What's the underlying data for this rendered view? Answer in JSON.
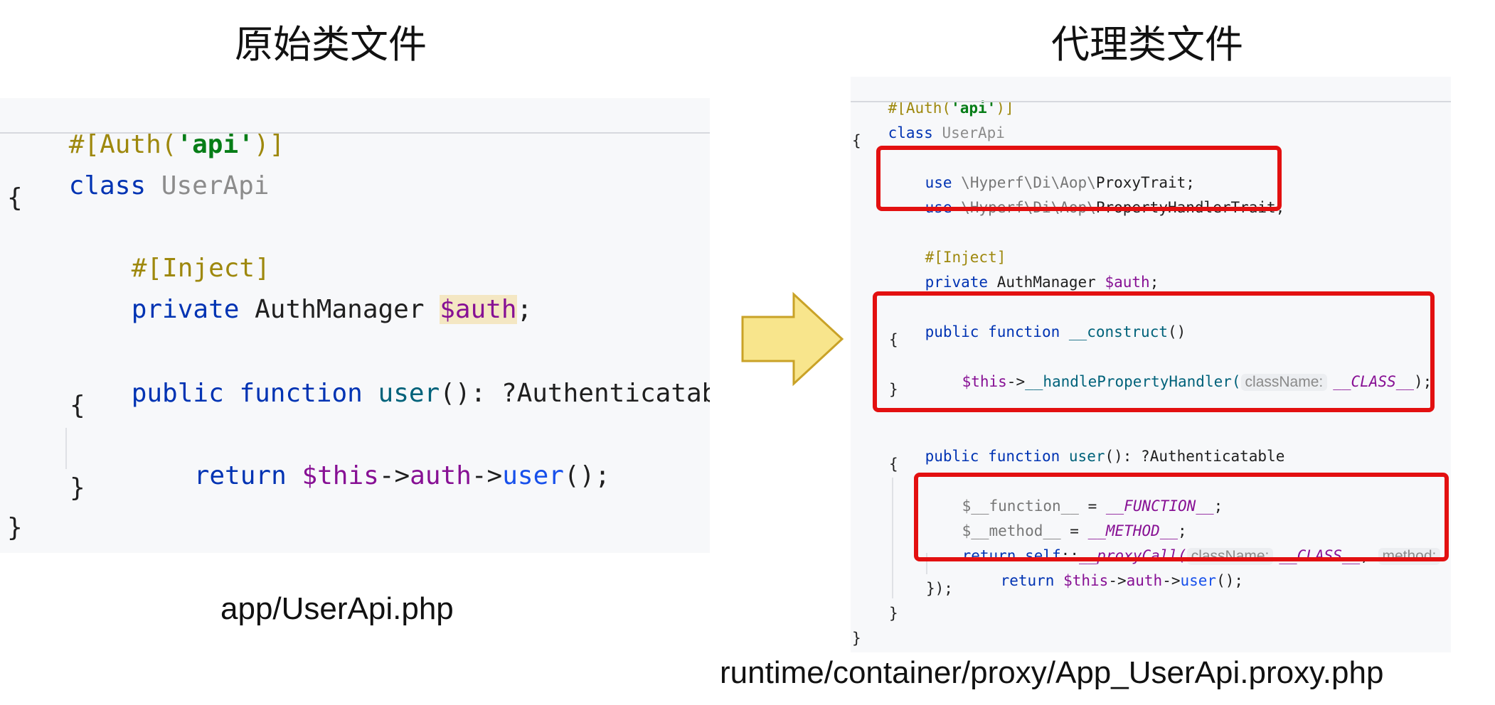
{
  "headings": {
    "original": "原始类文件",
    "proxy": "代理类文件"
  },
  "captions": {
    "original_path": "app/UserApi.php",
    "proxy_path": "runtime/container/proxy/App_UserApi.proxy.php"
  },
  "original_code": {
    "l1_hash": "#[",
    "l1_attr": "Auth(",
    "l1_str": "'api'",
    "l1_end": ")]",
    "l2_kw": "class",
    "l2_name": "UserApi",
    "l3": "{",
    "l4_attr": "#[Inject]",
    "l5_kw": "private",
    "l5_type": "AuthManager",
    "l5_var": "$auth",
    "l5_end": ";",
    "l6_kw1": "public",
    "l6_kw2": "function",
    "l6_fn": "user",
    "l6_rest": "(): ?Authenticatable",
    "l7": "{",
    "l8_kw": "return",
    "l8_this": "$this",
    "l8_arrow1": "->",
    "l8_prop": "auth",
    "l8_arrow2": "->",
    "l8_call": "user",
    "l8_end": "();",
    "l9": "}",
    "l10": "}"
  },
  "proxy_code": {
    "p1": "#[Auth('api')]",
    "p1_attr": "#[Auth(",
    "p1_str": "'api'",
    "p1_end": ")]",
    "p2_kw": "class",
    "p2_name": "UserApi",
    "p3": "{",
    "p4_kw": "use",
    "p4_ns": "\\Hyperf\\Di\\Aop\\",
    "p4_trait": "ProxyTrait;",
    "p5_kw": "use",
    "p5_ns": "\\Hyperf\\Di\\Aop\\",
    "p5_trait": "PropertyHandlerTrait;",
    "p6_attr": "#[Inject]",
    "p7_kw": "private",
    "p7_type": "AuthManager",
    "p7_var": "$auth",
    "p7_end": ";",
    "p8_kw1": "public",
    "p8_kw2": "function",
    "p8_fn": "__construct",
    "p8_end": "()",
    "p9": "{",
    "p10_this": "$this",
    "p10_arrow": "->",
    "p10_call": "__handlePropertyHandler(",
    "p10_hint": "className:",
    "p10_magic": "__CLASS__",
    "p10_end": ");",
    "p11": "}",
    "p12_kw1": "public",
    "p12_kw2": "function",
    "p12_fn": "user",
    "p12_rest": "(): ?Authenticatable",
    "p13": "{",
    "p14_var": "$__function__",
    "p14_eq": " = ",
    "p14_magic": "__FUNCTION__",
    "p14_end": ";",
    "p15_var": "$__method__",
    "p15_eq": " = ",
    "p15_magic": "__METHOD__",
    "p15_end": ";",
    "p16_kw1": "return",
    "p16_kw2": "self",
    "p16_sep": "::",
    "p16_call": "__proxyCall(",
    "p16_hint1": "className:",
    "p16_magic": "__CLASS__",
    "p16_comma": ",",
    "p16_hint2": "method:",
    "p17_kw": "return",
    "p17_this": "$this",
    "p17_arrow1": "->",
    "p17_prop": "auth",
    "p17_arrow2": "->",
    "p17_call": "user",
    "p17_end": "();",
    "p18": "});",
    "p19": "}",
    "p20": "}"
  },
  "colors": {
    "highlight_box": "#e31010",
    "arrow_fill": "#f8e58c",
    "arrow_stroke": "#c9a227"
  }
}
